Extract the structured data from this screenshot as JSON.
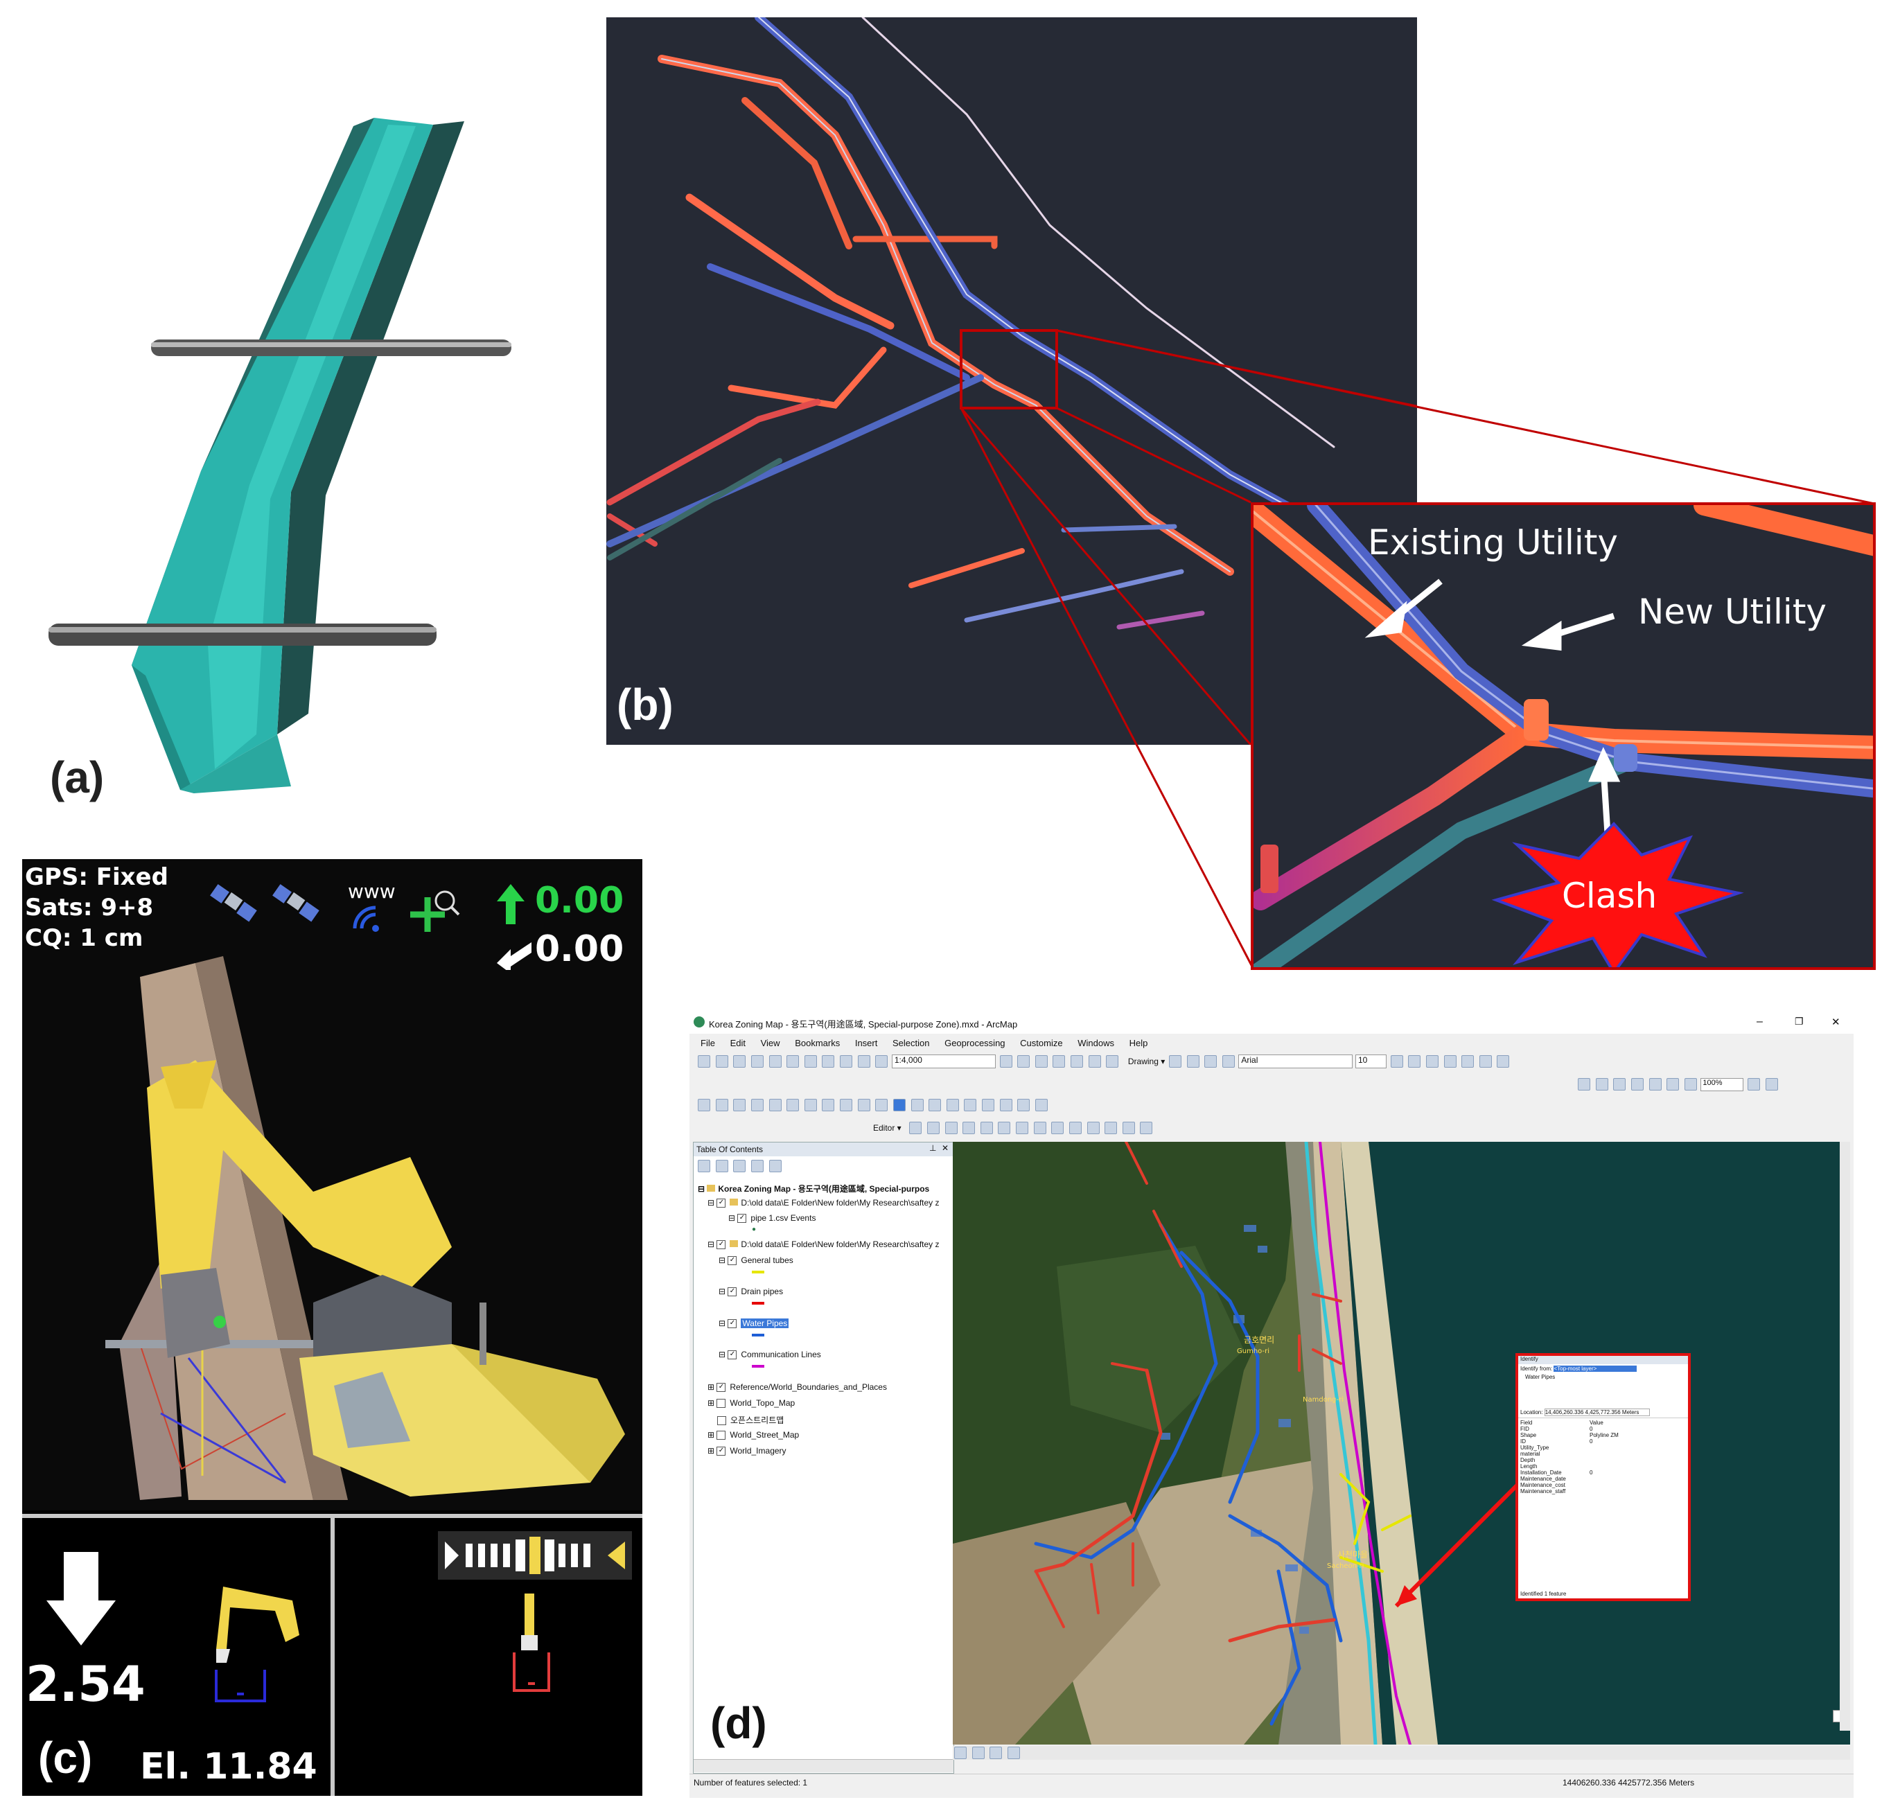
{
  "labels": {
    "a": "(a)",
    "b": "(b)",
    "c": "(c)",
    "d": "(d)"
  },
  "panel_b": {
    "zoom_labels": {
      "existing": "Existing Utility",
      "new": "New Utility",
      "clash": "Clash"
    }
  },
  "panel_c": {
    "gps": "GPS: Fixed",
    "sats": "Sats: 9+8",
    "cq": "CQ: 1 cm",
    "www": "www",
    "value_up": "0.00",
    "value_side": "0.00",
    "depth": "2.54",
    "elevation": "El. 11.84",
    "colors": {
      "green": "#29d34a",
      "yellow": "#f1d64c"
    }
  },
  "panel_d": {
    "title": "Korea Zoning Map - 용도구역(用途區域, Special-purpose Zone).mxd - ArcMap",
    "window_controls": {
      "minimize": "–",
      "restore": "❐",
      "close": "✕"
    },
    "menu": [
      "File",
      "Edit",
      "View",
      "Bookmarks",
      "Insert",
      "Selection",
      "Geoprocessing",
      "Customize",
      "Windows",
      "Help"
    ],
    "scale": "1:4,000",
    "drawing_label": "Drawing ▾",
    "font_name": "Arial",
    "font_size": "10",
    "zoom_percent": "100%",
    "editor_label": "Editor ▾",
    "toc": {
      "title": "Table Of Contents",
      "root": "Korea Zoning Map - 용도구역(用途區域, Special-purpos",
      "folder1": "D:\\old data\\E Folder\\New folder\\My Research\\saftey z",
      "pipe_events": "pipe 1.csv Events",
      "folder2": "D:\\old data\\E Folder\\New folder\\My Research\\saftey z",
      "layers": [
        {
          "name": "General tubes",
          "color": "#e6e600"
        },
        {
          "name": "Drain pipes",
          "color": "#e60000"
        },
        {
          "name": "Water Pipes",
          "color": "#1f5fd6"
        },
        {
          "name": "Communication Lines",
          "color": "#cc00cc"
        }
      ],
      "basemaps": [
        "Reference/World_Boundaries_and_Places",
        "World_Topo_Map",
        "오픈스트리트맵",
        "World_Street_Map",
        "World_Imagery"
      ]
    },
    "map_labels": [
      "금호면리",
      "Gumho-ri",
      "Namdong-ri",
      "사천마을",
      "Sacheon-ri"
    ],
    "identify": {
      "title": "Identify",
      "from_label": "Identify from:",
      "from_value": "<Top-most layer>",
      "tree_layer": "Water Pipes",
      "location_label": "Location:",
      "location_value": "14,406,260.336  4,425,772.356 Meters",
      "field_header": "Field",
      "value_header": "Value",
      "fields": [
        "FID",
        "Shape",
        "ID",
        "Utility_Type",
        "material",
        "Depth",
        "Length",
        "Installation_Date",
        "Maintenance_date",
        "Maintenance_cost",
        "Maintenance_staff"
      ],
      "values": [
        "0",
        "Polyline ZM",
        "0",
        "",
        "",
        "",
        "",
        "0",
        "",
        "",
        ""
      ],
      "footer": "Identified 1 feature"
    },
    "status_left": "Number of features selected: 1",
    "status_right": "14406260.336  4425772.356 Meters"
  }
}
